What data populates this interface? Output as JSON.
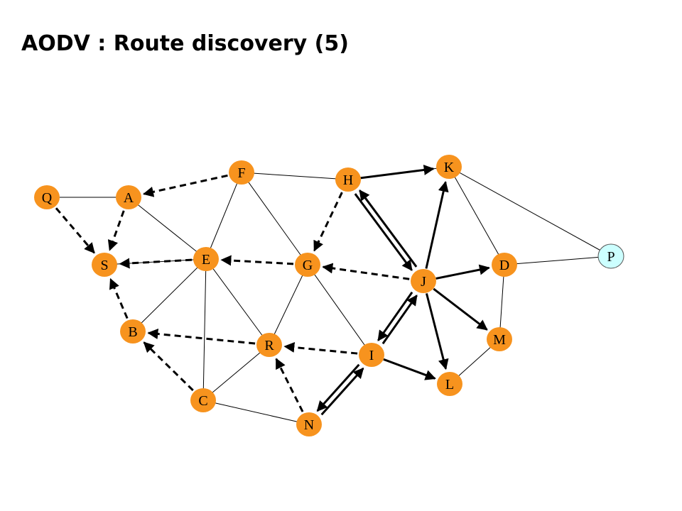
{
  "title": "AODV : Route discovery (5)",
  "colors": {
    "node_fill": "#F7931E",
    "dest_fill": "#CCFFFF",
    "stroke": "#000000"
  },
  "nodes": [
    {
      "id": "Q",
      "label": "Q"
    },
    {
      "id": "A",
      "label": "A"
    },
    {
      "id": "F",
      "label": "F"
    },
    {
      "id": "H",
      "label": "H"
    },
    {
      "id": "K",
      "label": "K"
    },
    {
      "id": "P",
      "label": "P",
      "destination": true
    },
    {
      "id": "S",
      "label": "S"
    },
    {
      "id": "E",
      "label": "E"
    },
    {
      "id": "G",
      "label": "G"
    },
    {
      "id": "J",
      "label": "J"
    },
    {
      "id": "D",
      "label": "D"
    },
    {
      "id": "B",
      "label": "B"
    },
    {
      "id": "R",
      "label": "R"
    },
    {
      "id": "I",
      "label": "I"
    },
    {
      "id": "M",
      "label": "M"
    },
    {
      "id": "L",
      "label": "L"
    },
    {
      "id": "C",
      "label": "C"
    },
    {
      "id": "N",
      "label": "N"
    }
  ],
  "links": [
    [
      "Q",
      "A"
    ],
    [
      "A",
      "E"
    ],
    [
      "F",
      "H"
    ],
    [
      "F",
      "E"
    ],
    [
      "F",
      "G"
    ],
    [
      "H",
      "K"
    ],
    [
      "K",
      "D"
    ],
    [
      "K",
      "P"
    ],
    [
      "D",
      "P"
    ],
    [
      "S",
      "E"
    ],
    [
      "E",
      "B"
    ],
    [
      "E",
      "R"
    ],
    [
      "E",
      "C"
    ],
    [
      "G",
      "R"
    ],
    [
      "G",
      "I"
    ],
    [
      "D",
      "M"
    ],
    [
      "M",
      "L"
    ],
    [
      "C",
      "R"
    ],
    [
      "C",
      "N"
    ]
  ],
  "reverse_path_arrows": [
    [
      "Q",
      "S"
    ],
    [
      "A",
      "S"
    ],
    [
      "F",
      "A"
    ],
    [
      "E",
      "S"
    ],
    [
      "G",
      "E"
    ],
    [
      "H",
      "G"
    ],
    [
      "J",
      "G"
    ],
    [
      "B",
      "S"
    ],
    [
      "R",
      "B"
    ],
    [
      "I",
      "R"
    ],
    [
      "C",
      "B"
    ],
    [
      "N",
      "R"
    ]
  ],
  "forward_arrows": [
    [
      "H",
      "K"
    ],
    [
      "J",
      "K"
    ],
    [
      "J",
      "D"
    ],
    [
      "J",
      "M"
    ],
    [
      "J",
      "L"
    ],
    [
      "I",
      "L"
    ]
  ],
  "double_arrows": [
    [
      "H",
      "J"
    ],
    [
      "I",
      "J"
    ],
    [
      "N",
      "I"
    ]
  ]
}
